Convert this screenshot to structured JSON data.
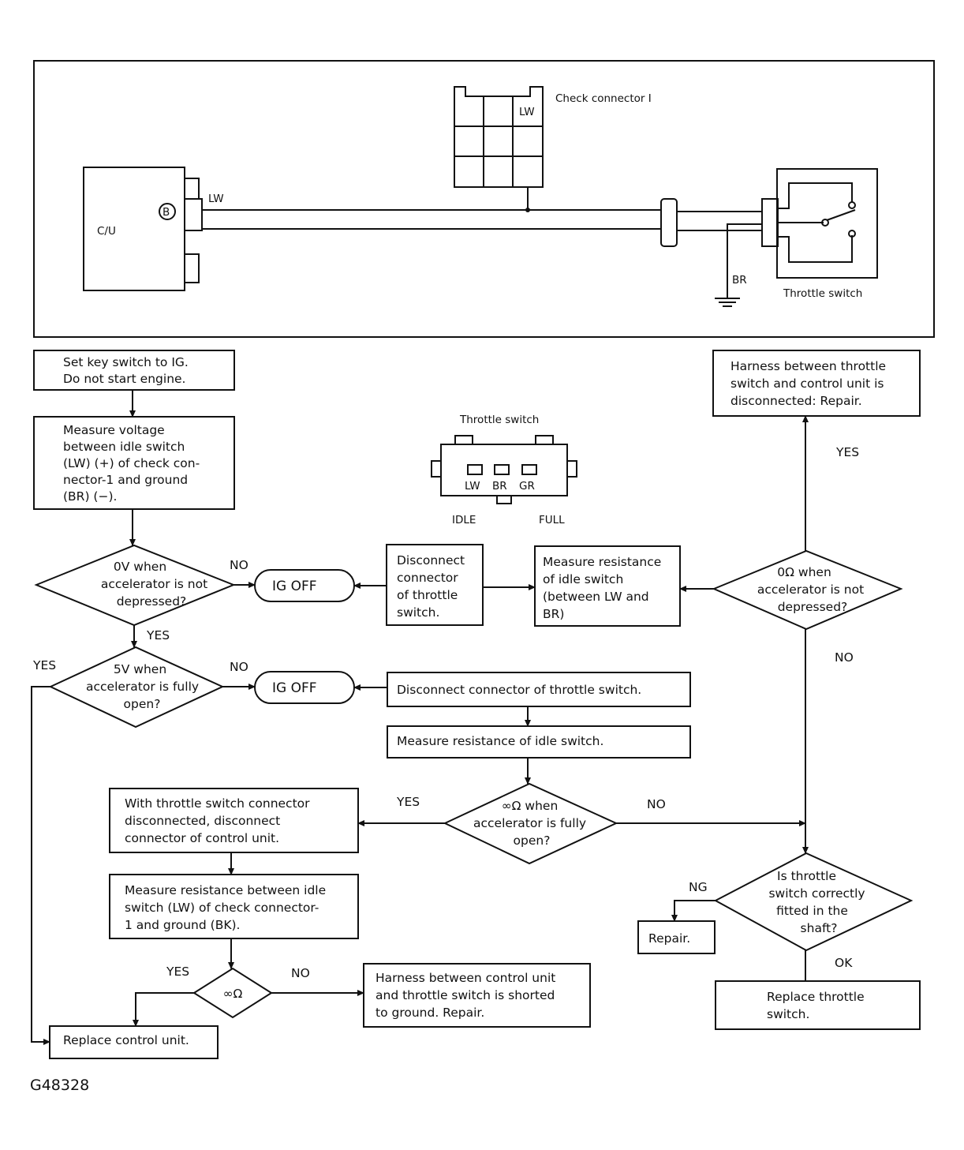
{
  "wiring": {
    "check_connector_label": "Check connector I",
    "check_connector_pin": "LW",
    "cu_label": "C/U",
    "cu_pin": "B",
    "wire_lw": "LW",
    "wire_br": "BR",
    "throttle_switch_label": "Throttle switch"
  },
  "connector_view": {
    "title": "Throttle switch",
    "pins": [
      "LW",
      "BR",
      "GR"
    ],
    "idle_label": "IDLE",
    "full_label": "FULL"
  },
  "flow": {
    "start": [
      "Set key switch to IG.",
      "Do not start engine."
    ],
    "measure_voltage": [
      "Measure voltage",
      "between idle switch",
      "(LW) (+) of check con-",
      "nector-1 and ground",
      "(BR) (−)."
    ],
    "q_0v": [
      "0V when",
      "accelerator is not",
      "depressed?"
    ],
    "ig_off_1": "IG OFF",
    "disconnect_1": [
      "Disconnect",
      "connector",
      "of throttle",
      "switch."
    ],
    "measure_res_1": [
      "Measure resistance",
      "of idle switch",
      "(between LW and",
      "BR)"
    ],
    "q_0ohm": [
      "0Ω when",
      "accelerator is not",
      "depressed?"
    ],
    "harness_disconnected": [
      "Harness between throttle",
      "switch and control unit is",
      "disconnected: Repair."
    ],
    "q_5v": [
      "5V when",
      "accelerator is fully",
      "open?"
    ],
    "ig_off_2": "IG OFF",
    "disconnect_2": "Disconnect connector of throttle switch.",
    "measure_res_2": "Measure resistance of idle switch.",
    "q_inf_open": [
      "∞Ω when",
      "accelerator is fully",
      "open?"
    ],
    "disconnect_cu": [
      "With throttle switch connector",
      "disconnected, disconnect",
      "connector of control unit."
    ],
    "measure_res_3": [
      "Measure resistance between idle",
      "switch (LW) of check connector-",
      "1 and ground (BK)."
    ],
    "q_inf": "∞Ω",
    "harness_shorted": [
      "Harness between control unit",
      "and throttle switch is shorted",
      "to ground. Repair."
    ],
    "replace_cu": "Replace control unit.",
    "q_fitted": [
      "Is throttle",
      "switch correctly",
      "fitted in the",
      "shaft?"
    ],
    "repair": "Repair.",
    "replace_switch": [
      "Replace throttle",
      "switch."
    ],
    "labels": {
      "yes": "YES",
      "no": "NO",
      "ng": "NG",
      "ok": "OK"
    }
  },
  "figure_id": "G48328"
}
